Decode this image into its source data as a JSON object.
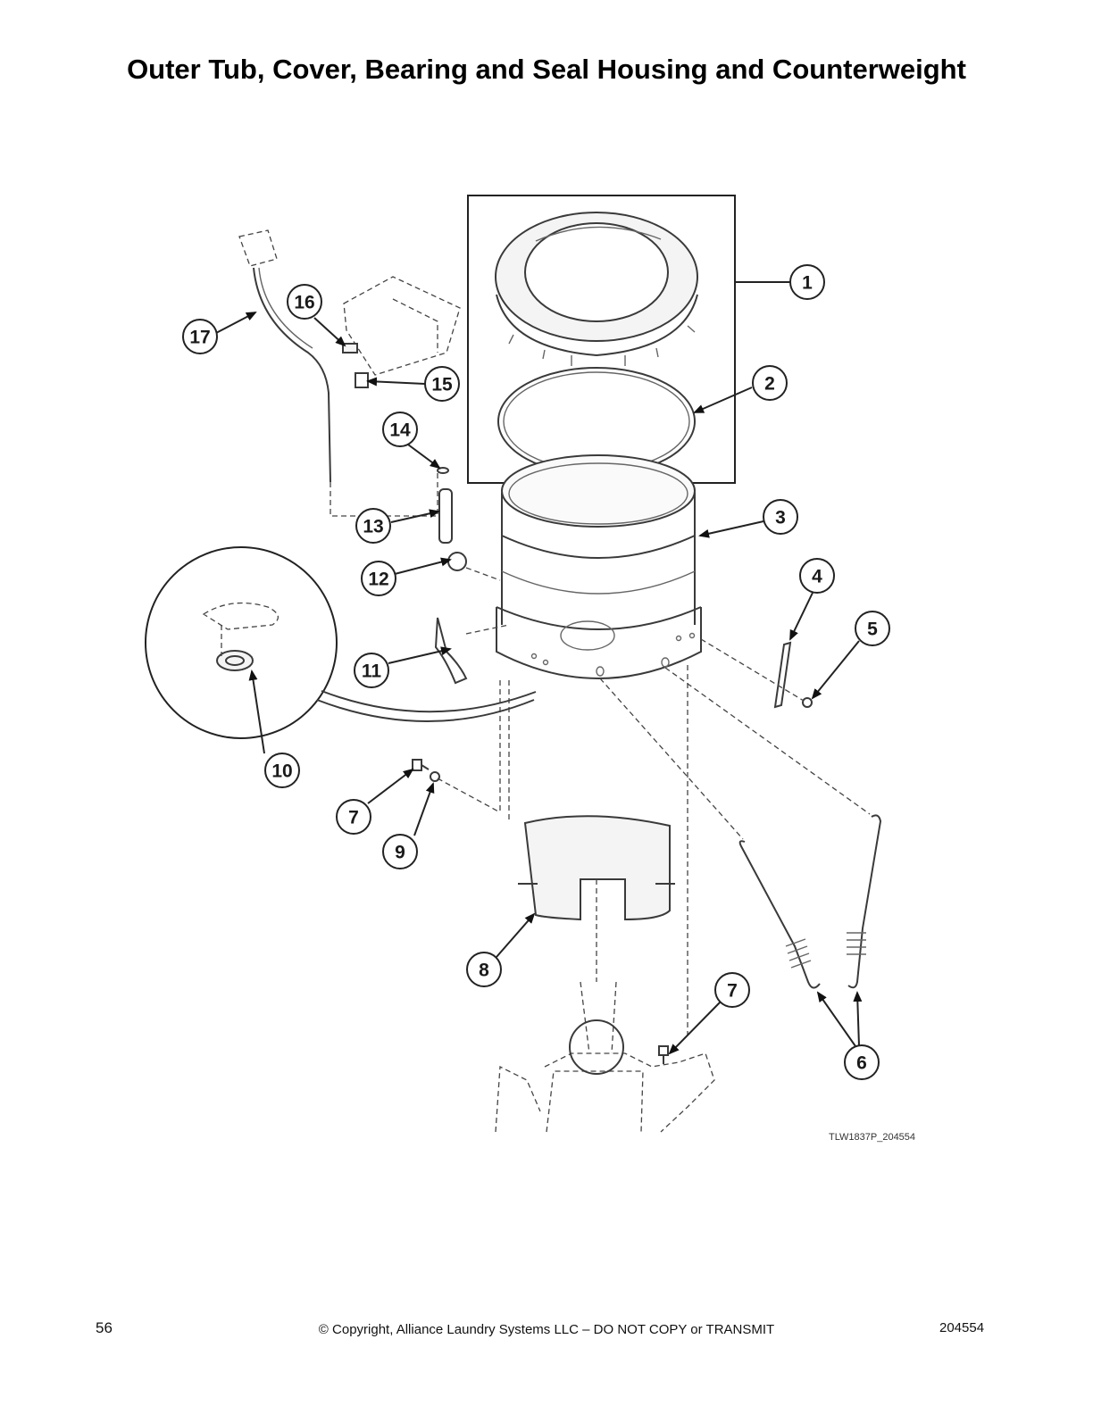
{
  "page": {
    "title": "Outer Tub, Cover, Bearing and Seal Housing and Counterweight",
    "figure_id": "TLW1837P_204554",
    "page_number": "56",
    "copyright": "© Copyright, Alliance Laundry Systems LLC – DO NOT COPY or TRANSMIT",
    "doc_number": "204554"
  },
  "callouts": [
    {
      "id": "c1",
      "label": "1"
    },
    {
      "id": "c2",
      "label": "2"
    },
    {
      "id": "c3",
      "label": "3"
    },
    {
      "id": "c4",
      "label": "4"
    },
    {
      "id": "c5",
      "label": "5"
    },
    {
      "id": "c6",
      "label": "6"
    },
    {
      "id": "c7a",
      "label": "7"
    },
    {
      "id": "c7b",
      "label": "7"
    },
    {
      "id": "c8",
      "label": "8"
    },
    {
      "id": "c9",
      "label": "9"
    },
    {
      "id": "c10",
      "label": "10"
    },
    {
      "id": "c11",
      "label": "11"
    },
    {
      "id": "c12",
      "label": "12"
    },
    {
      "id": "c13",
      "label": "13"
    },
    {
      "id": "c14",
      "label": "14"
    },
    {
      "id": "c15",
      "label": "15"
    },
    {
      "id": "c16",
      "label": "16"
    },
    {
      "id": "c17",
      "label": "17"
    }
  ]
}
